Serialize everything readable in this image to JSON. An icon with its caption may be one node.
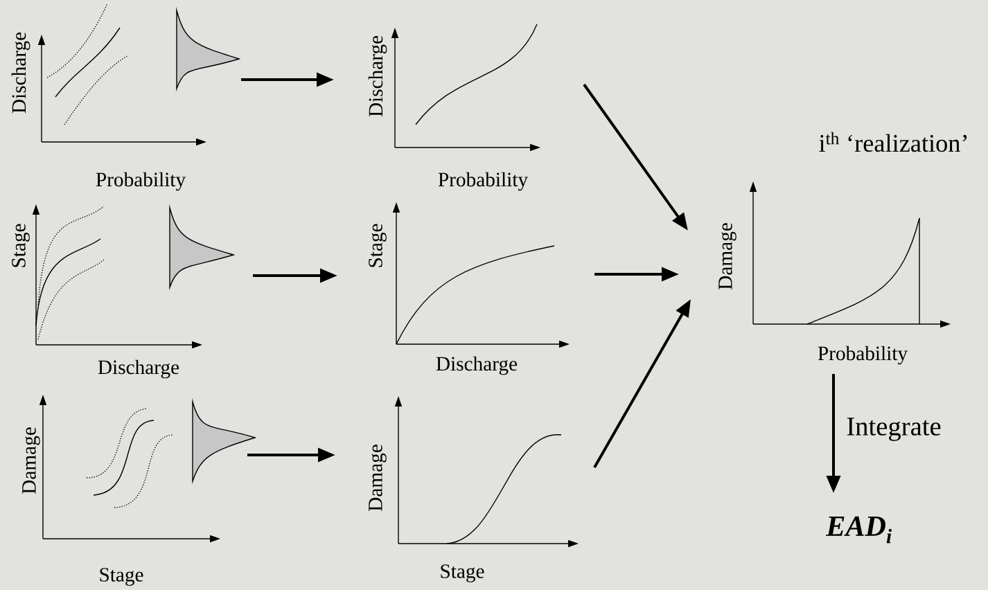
{
  "diagram": {
    "nodes": [
      {
        "text": [
          "Discharge",
          "Probability"
        ]
      },
      {
        "text": [],
        "shape": "bell"
      },
      {
        "text": [
          "Discharge",
          "Probability"
        ]
      },
      {
        "text": [
          "Stage",
          "Discharge"
        ]
      },
      {
        "text": [],
        "shape": "bell"
      },
      {
        "text": [
          "Stage",
          "Discharge"
        ]
      },
      {
        "text": [
          "Damage",
          "Stage"
        ]
      },
      {
        "text": [],
        "shape": "bell"
      },
      {
        "text": [
          "Damage",
          "Stage"
        ]
      },
      {
        "text": [
          "Damage",
          "Probability"
        ],
        "beside": [
          "i$^{th}$ ‘realization’"
        ]
      },
      {
        "text": [
          "EAD$_{i}$"
        ]
      }
    ],
    "edges": [
      {
        "from": 1,
        "to": 2,
        "arrow": "to"
      },
      {
        "from": 4,
        "to": 5,
        "arrow": "to"
      },
      {
        "from": 7,
        "to": 8,
        "arrow": "to"
      },
      {
        "from": 2,
        "to": 9,
        "arrow": "to"
      },
      {
        "from": 5,
        "to": 9,
        "arrow": "to"
      },
      {
        "from": 8,
        "to": 9,
        "arrow": "to"
      },
      {
        "from": 9,
        "to": 10,
        "arrow": "to",
        "label": "Integrate"
      }
    ]
  }
}
